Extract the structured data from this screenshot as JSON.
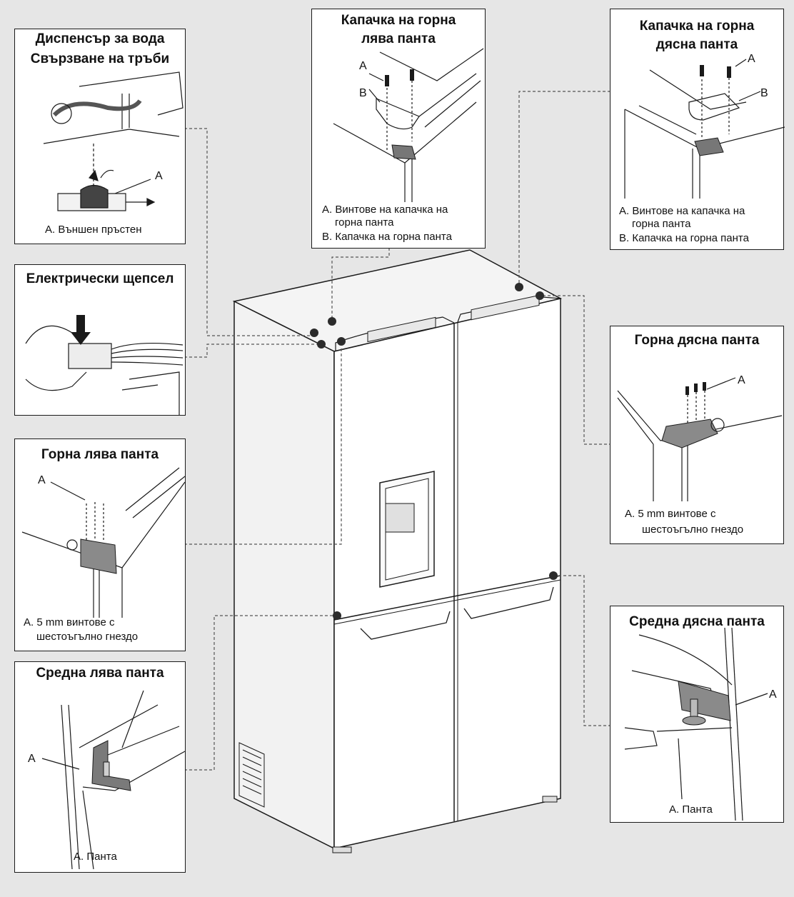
{
  "panels": {
    "water_dispenser": {
      "title_line1": "Диспенсър за вода",
      "title_line2": "Свързване на тръби",
      "label_a": "A",
      "caption": "A. Външен пръстен"
    },
    "electric_plug": {
      "title": "Електрически щепсел"
    },
    "top_left_hinge": {
      "title": "Горна лява панта",
      "label_a": "A",
      "caption_line1": "A. 5 mm винтове с",
      "caption_line2": "шестоъгълно гнездо"
    },
    "middle_left_hinge": {
      "title": "Средна лява панта",
      "label_a": "A",
      "caption": "A. Панта"
    },
    "top_left_cover": {
      "title_line1": "Капачка на горна",
      "title_line2": "лява панта",
      "label_a": "A",
      "label_b": "B",
      "caption_line1": "A. Винтове на капачка на",
      "caption_line2": "горна панта",
      "caption_line3": "B. Капачка на горна панта"
    },
    "top_right_cover": {
      "title_line1": "Капачка на горна",
      "title_line2": "дясна панта",
      "label_a": "A",
      "label_b": "B",
      "caption_line1": "A. Винтове на капачка на",
      "caption_line2": "горна панта",
      "caption_line3": "B. Капачка на горна панта"
    },
    "top_right_hinge": {
      "title": "Горна дясна панта",
      "label_a": "A",
      "caption_line1": "A. 5 mm винтове с",
      "caption_line2": "шестоъгълно гнездо"
    },
    "middle_right_hinge": {
      "title": "Средна дясна панта",
      "label_a": "A",
      "caption": "A. Панта"
    }
  },
  "colors": {
    "background": "#e6e6e6",
    "panel_fill": "#ffffff",
    "line": "#1a1a1a",
    "hinge_metal": "#6b6b6b",
    "marker": "#2b2b2b"
  }
}
